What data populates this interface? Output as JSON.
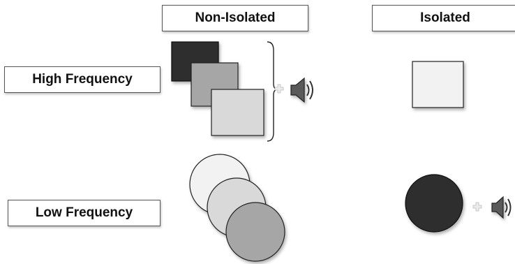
{
  "headers": {
    "non_isolated": "Non-Isolated",
    "isolated": "Isolated"
  },
  "rows": {
    "high_frequency": "High Frequency",
    "low_frequency": "Low Frequency"
  },
  "colors": {
    "dark": "#2f2f2f",
    "mid": "#a6a6a6",
    "light": "#d9d9d9",
    "lightest": "#f2f2f2"
  },
  "icons": [
    "plus-icon",
    "speaker-icon"
  ]
}
